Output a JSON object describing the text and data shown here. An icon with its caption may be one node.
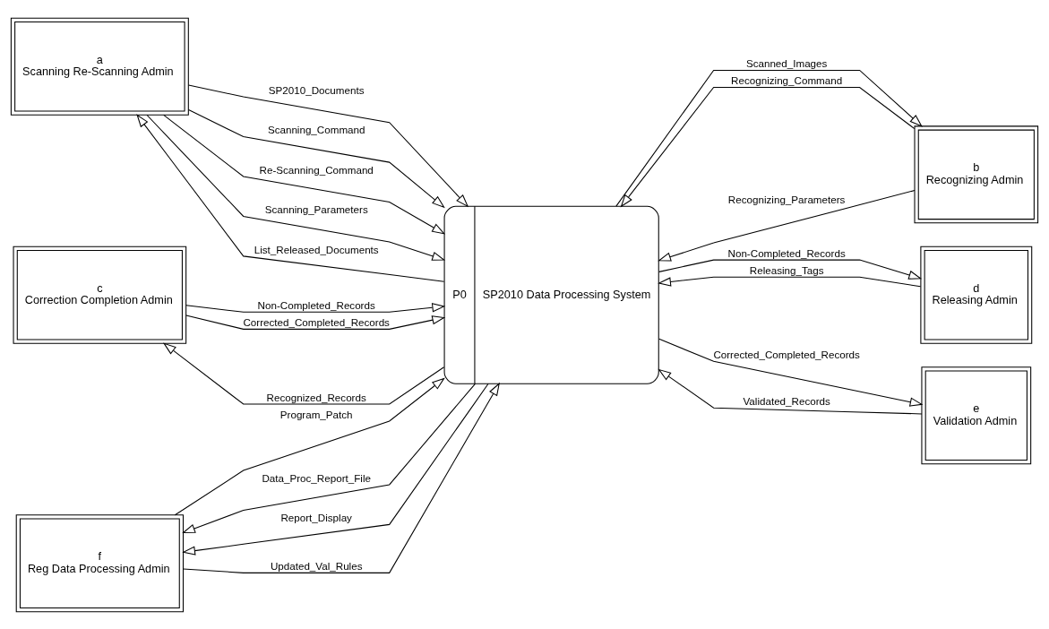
{
  "diagram": {
    "nodes": [
      {
        "text": [
          "a",
          "Scanning Re-Scanning Admin"
        ]
      },
      {
        "text": [
          "b",
          "Recognizing Admin"
        ]
      },
      {
        "text": [
          "c",
          "Correction Completion Admin"
        ]
      },
      {
        "text": [
          "d",
          "Releasing Admin"
        ]
      },
      {
        "text": [
          "P0",
          "SP2010 Data Processing System"
        ]
      },
      {
        "text": [
          "f",
          "Reg Data Processing Admin"
        ]
      },
      {
        "text": [
          "e",
          "Validation Admin"
        ]
      }
    ],
    "edges": [
      {
        "from": 0,
        "to": 4,
        "arrow": "to",
        "label": "SP2010_Documents"
      },
      {
        "from": 0,
        "to": 4,
        "arrow": "to",
        "label": "Scanning_Command"
      },
      {
        "from": 0,
        "to": 4,
        "arrow": "to",
        "label": "Re-Scanning_Command"
      },
      {
        "from": 0,
        "to": 4,
        "arrow": "to",
        "label": "Scanning_Parameters"
      },
      {
        "from": 4,
        "to": 0,
        "arrow": "to",
        "label": "List_Released_Documents"
      },
      {
        "from": 1,
        "to": 4,
        "arrow": "to",
        "label": "Recognizing_Command"
      },
      {
        "from": 1,
        "to": 4,
        "arrow": "to",
        "label": "Recognizing_Parameters"
      },
      {
        "from": 4,
        "to": 1,
        "arrow": "to",
        "label": "Scanned_Images"
      },
      {
        "from": 3,
        "to": 4,
        "arrow": "to",
        "label": "Releasing_Tags"
      },
      {
        "from": 4,
        "to": 3,
        "arrow": "to",
        "label": "Non-Completed_Records"
      },
      {
        "from": 4,
        "to": 2,
        "arrow": "to",
        "label": "Recognized_Records"
      },
      {
        "from": 2,
        "to": 4,
        "arrow": "to",
        "label": "Non-Completed_Records"
      },
      {
        "from": 2,
        "to": 4,
        "arrow": "to",
        "label": "Corrected_Completed_Records"
      },
      {
        "from": 4,
        "to": 6,
        "arrow": "to",
        "label": "Corrected_Completed_Records"
      },
      {
        "from": 6,
        "to": 4,
        "arrow": "to",
        "label": "Validated_Records"
      },
      {
        "from": 5,
        "to": 4,
        "arrow": "to",
        "label": "Program_Patch"
      },
      {
        "from": 4,
        "to": 5,
        "arrow": "to",
        "label": "Data_Proc_Report_File"
      },
      {
        "from": 4,
        "to": 5,
        "arrow": "to",
        "label": "Report_Display"
      },
      {
        "from": 5,
        "to": 4,
        "arrow": "to",
        "label": "Updated_Val_Rules"
      }
    ]
  }
}
